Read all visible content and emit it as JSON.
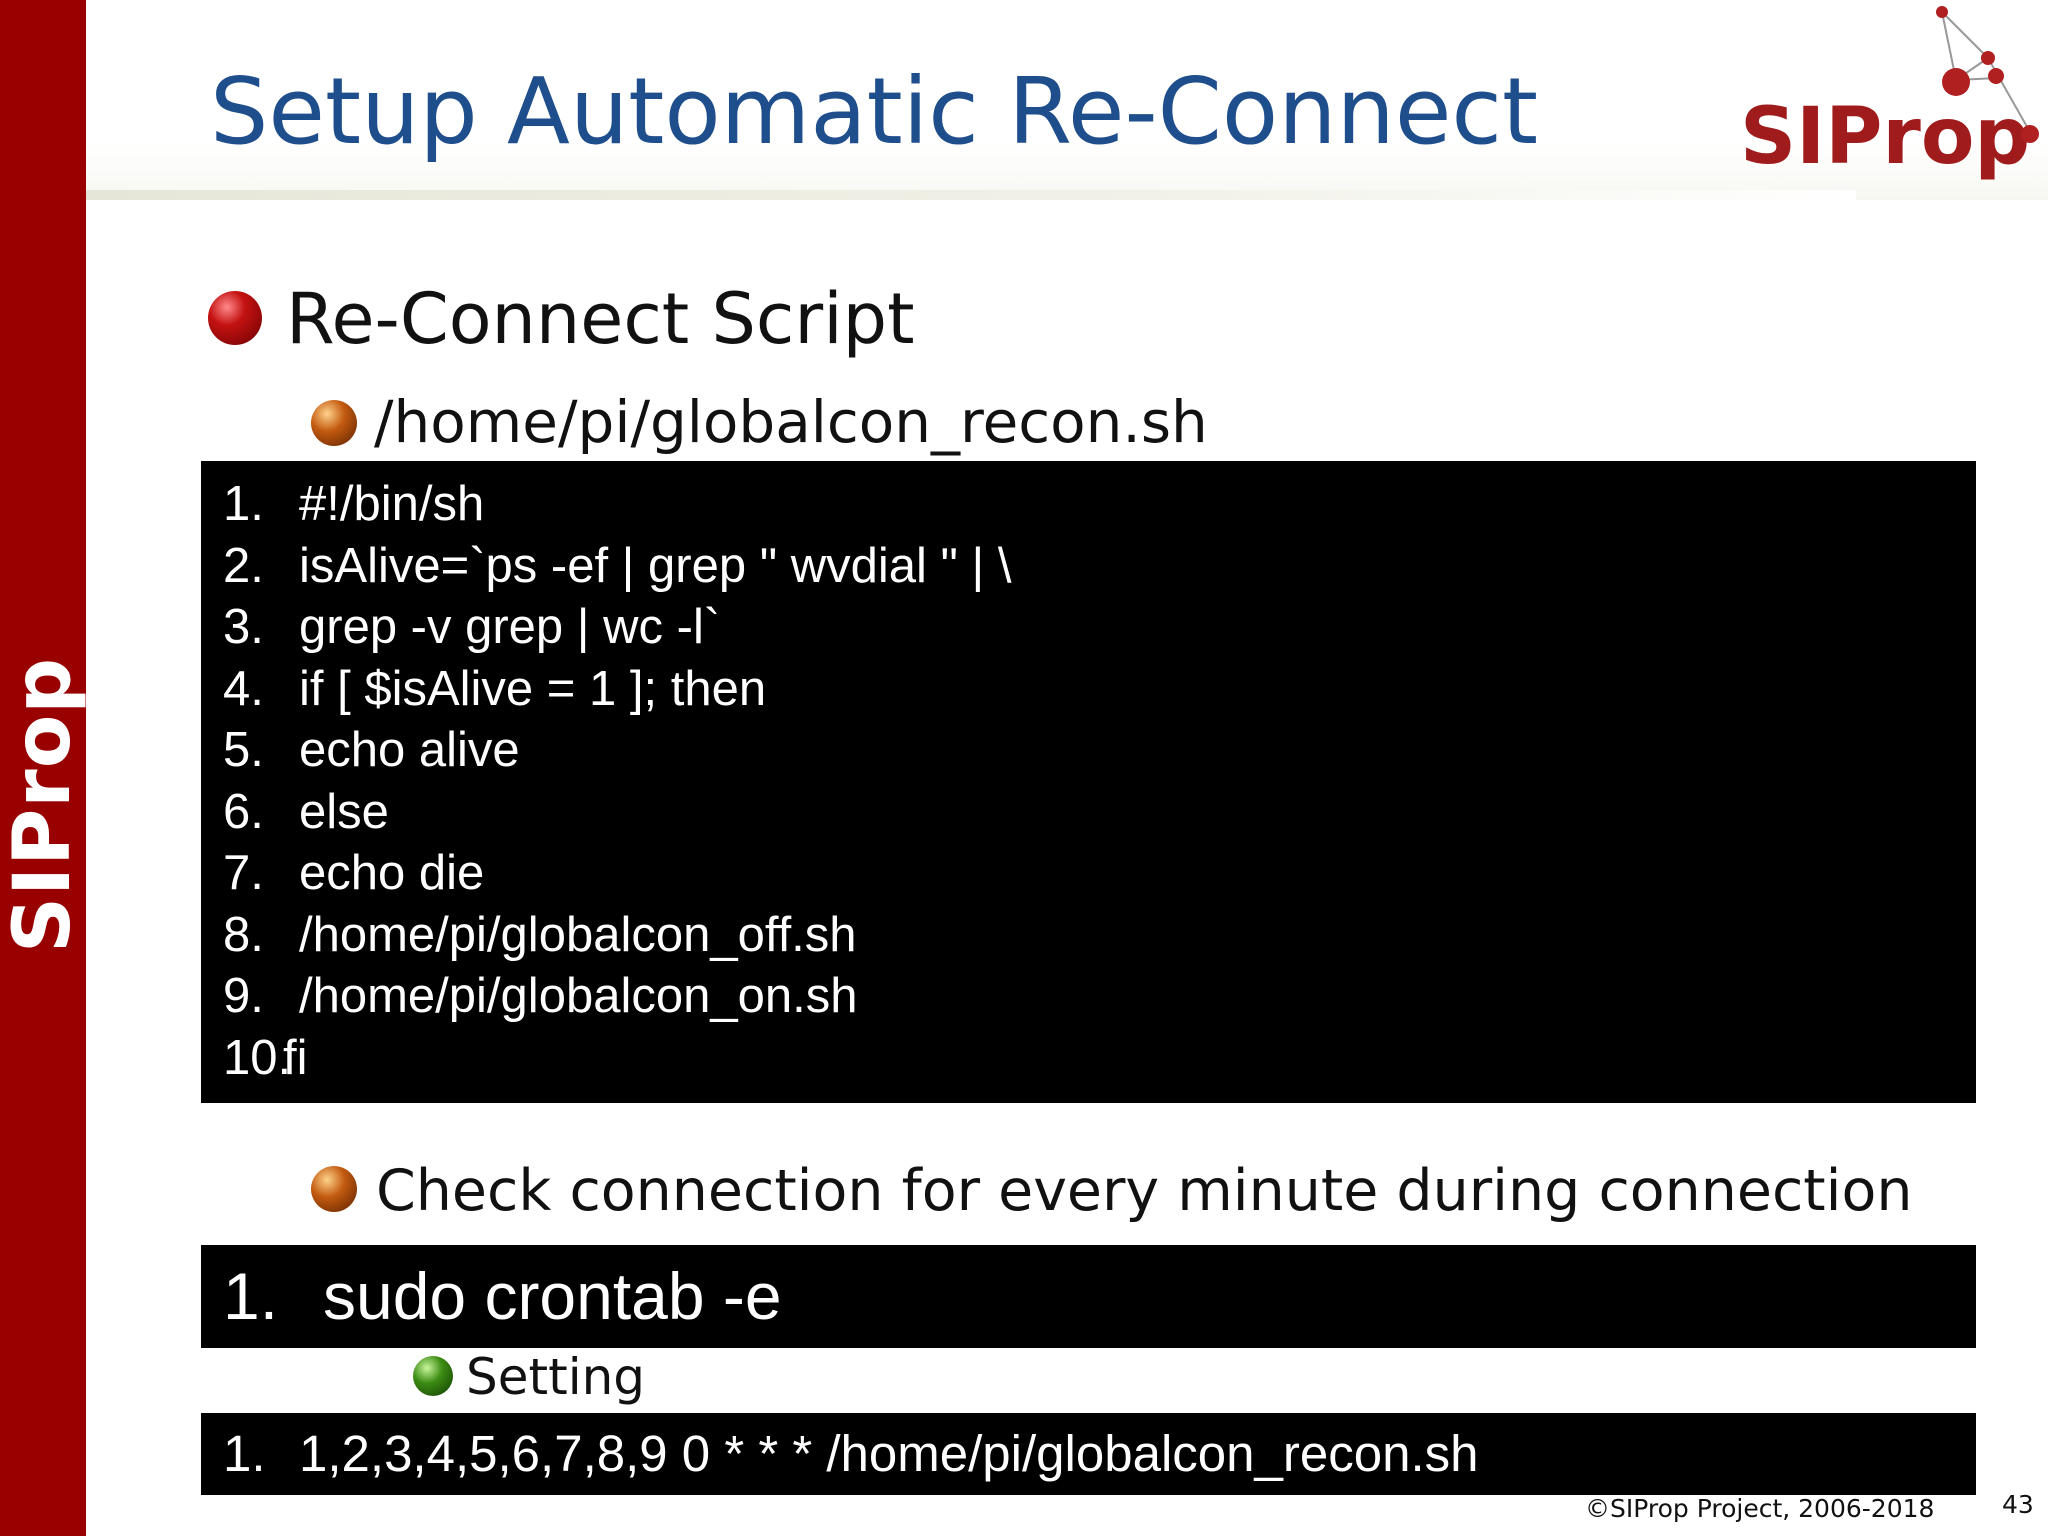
{
  "side_logo": "SIProp",
  "title": "Setup Automatic Re-Connect",
  "brand": "SIProp",
  "section": "Re-Connect Script",
  "script_path": "/home/pi/globalcon_recon.sh",
  "script_lines": [
    {
      "num": "1.",
      "text": "#!/bin/sh"
    },
    {
      "num": "2.",
      "text": "isAlive=`ps -ef | grep \" wvdial \" | \\"
    },
    {
      "num": "3.",
      "text": "grep -v grep | wc -l`"
    },
    {
      "num": "4.",
      "text": "if [ $isAlive = 1 ]; then"
    },
    {
      "num": "5.",
      "text": "echo alive"
    },
    {
      "num": "6.",
      "text": "else"
    },
    {
      "num": "7.",
      "text": "echo die"
    },
    {
      "num": "8.",
      "text": "/home/pi/globalcon_off.sh"
    },
    {
      "num": "9.",
      "text": "/home/pi/globalcon_on.sh"
    },
    {
      "num": "10.",
      "text": "fi"
    }
  ],
  "check_heading": "Check connection for every minute during connection",
  "crontab_line": {
    "num": "1.",
    "text": "sudo crontab -e"
  },
  "setting_label": "Setting",
  "setting_line": {
    "num": "1.",
    "text": "1,2,3,4,5,6,7,8,9 0 * * * /home/pi/globalcon_recon.sh"
  },
  "footer": "©SIProp Project, 2006-2018",
  "page_number": "43",
  "colors": {
    "side_band": "#990000",
    "title": "#1f4e8c",
    "brand": "#a01c1c",
    "code_bg": "#000000"
  }
}
